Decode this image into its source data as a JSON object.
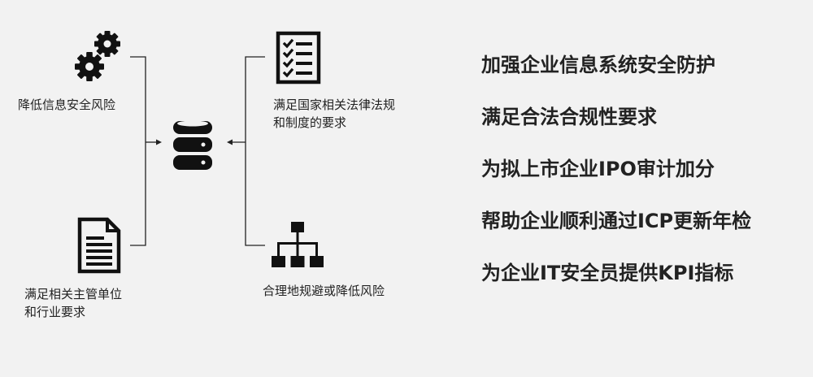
{
  "diagram": {
    "left_top_label": "降低信息安全风险",
    "left_bottom_label": [
      "满足相关主管单位",
      "和行业要求"
    ],
    "right_top_label": [
      "满足国家相关法律法规",
      "和制度的要求"
    ],
    "right_bottom_label": "合理地规避或降低风险",
    "icons": {
      "left_top": "gears-icon",
      "left_bottom": "document-icon",
      "center": "database-icon",
      "right_top": "checklist-icon",
      "right_bottom": "org-chart-icon"
    }
  },
  "benefits": [
    "加强企业信息系统安全防护",
    "满足合法合规性要求",
    "为拟上市企业IPO审计加分",
    "帮助企业顺利通过ICP更新年检",
    "为企业IT安全员提供KPI指标"
  ],
  "colors": {
    "background": "#f2f2f2",
    "icon": "#111111",
    "text": "#222222"
  }
}
